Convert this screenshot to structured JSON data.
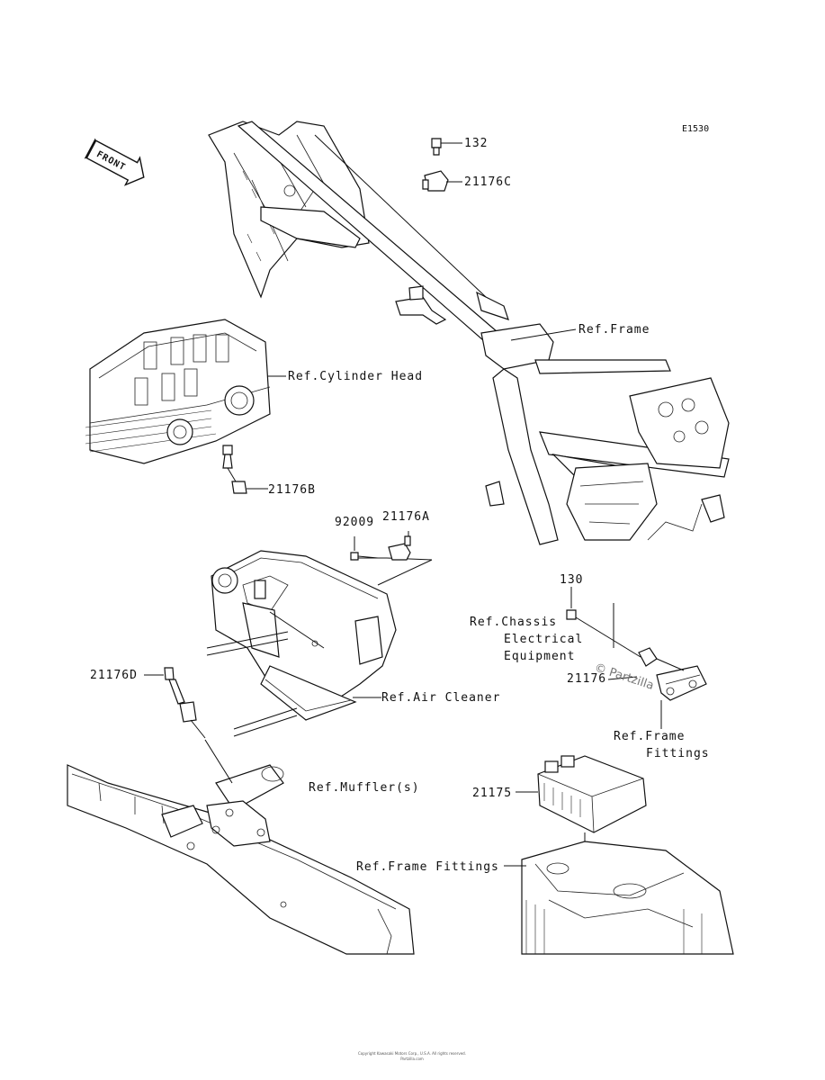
{
  "diagram": {
    "code": "E1530",
    "front_label": "FRONT",
    "watermark": "© Partzilla"
  },
  "callouts": [
    {
      "id": "part-132",
      "text": "132"
    },
    {
      "id": "part-21176c",
      "text": "21176C"
    },
    {
      "id": "ref-frame",
      "text": "Ref.Frame"
    },
    {
      "id": "ref-cylinder-head",
      "text": "Ref.Cylinder Head"
    },
    {
      "id": "part-21176b",
      "text": "21176B"
    },
    {
      "id": "part-92009",
      "text": "92009"
    },
    {
      "id": "part-21176a",
      "text": "21176A"
    },
    {
      "id": "part-130",
      "text": "130"
    },
    {
      "id": "ref-chassis-1",
      "text": "Ref.Chassis"
    },
    {
      "id": "ref-chassis-2",
      "text": "Electrical"
    },
    {
      "id": "ref-chassis-3",
      "text": "Equipment"
    },
    {
      "id": "part-21176d",
      "text": "21176D"
    },
    {
      "id": "part-21176",
      "text": "21176"
    },
    {
      "id": "ref-air-cleaner",
      "text": "Ref.Air Cleaner"
    },
    {
      "id": "ref-frame-fittings-1a",
      "text": "Ref.Frame"
    },
    {
      "id": "ref-frame-fittings-1b",
      "text": "Fittings"
    },
    {
      "id": "ref-muffler",
      "text": "Ref.Muffler(s)"
    },
    {
      "id": "part-21175",
      "text": "21175"
    },
    {
      "id": "ref-frame-fittings-2",
      "text": "Ref.Frame Fittings"
    }
  ],
  "footer": {
    "line1": "Copyright Kawasaki Motors Corp., U.S.A. All rights reserved.",
    "line2": "Partzilla.com"
  }
}
